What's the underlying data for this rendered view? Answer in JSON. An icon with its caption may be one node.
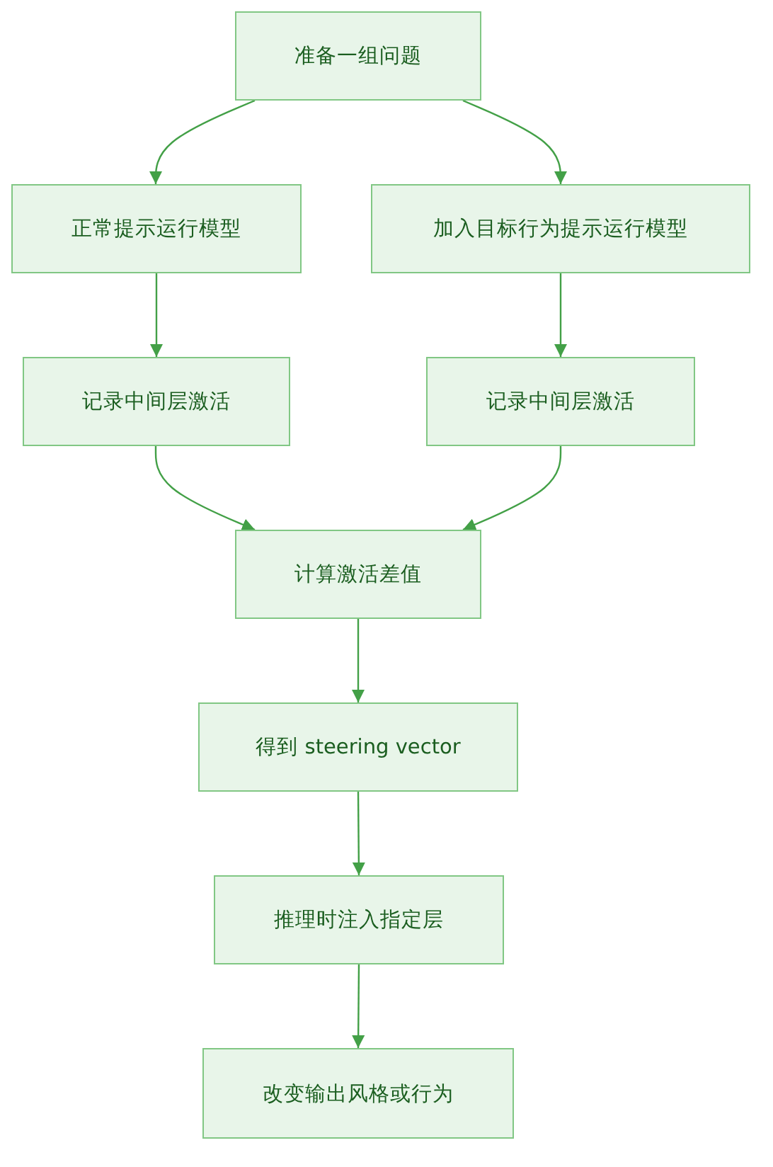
{
  "diagram": {
    "nodes": [
      {
        "text": [
          "准备一组问题"
        ]
      },
      {
        "text": [
          "正常提示运行模型"
        ]
      },
      {
        "text": [
          "加入目标行为提示运行模型"
        ]
      },
      {
        "text": [
          "记录中间层激活"
        ]
      },
      {
        "text": [
          "记录中间层激活"
        ]
      },
      {
        "text": [
          "计算激活差值"
        ]
      },
      {
        "text": [
          "得到 steering vector"
        ]
      },
      {
        "text": [
          "推理时注入指定层"
        ]
      },
      {
        "text": [
          "改变输出风格或行为"
        ]
      }
    ],
    "edges": [
      {
        "from": 0,
        "to": 1,
        "arrow": "to"
      },
      {
        "from": 0,
        "to": 2,
        "arrow": "to"
      },
      {
        "from": 1,
        "to": 3,
        "arrow": "to"
      },
      {
        "from": 2,
        "to": 4,
        "arrow": "to"
      },
      {
        "from": 3,
        "to": 5,
        "arrow": "to"
      },
      {
        "from": 4,
        "to": 5,
        "arrow": "to"
      },
      {
        "from": 5,
        "to": 6,
        "arrow": "to"
      },
      {
        "from": 6,
        "to": 7,
        "arrow": "to"
      },
      {
        "from": 7,
        "to": 8,
        "arrow": "to"
      }
    ]
  }
}
